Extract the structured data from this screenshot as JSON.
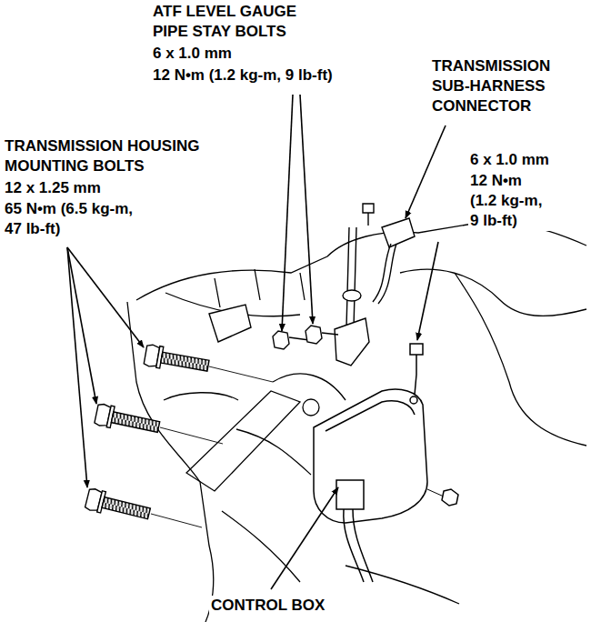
{
  "diagram": {
    "labels": [
      "ATF LEVEL GAUGE PIPE STAY BOLTS",
      "6 x 1.0 mm",
      "12 N•m (1.2 kg-m, 9 lb-ft)",
      "TRANSMISSION SUB-HARNESS CONNECTOR",
      "6 x 1.0 mm",
      "12 N•m (1.2 kg-m, 9 lb-ft)",
      "TRANSMISSION HOUSING MOUNTING BOLTS",
      "12 x 1.25 mm",
      "65 N•m (6.5 kg-m, 47 lb-ft)",
      "CONTROL BOX"
    ]
  }
}
